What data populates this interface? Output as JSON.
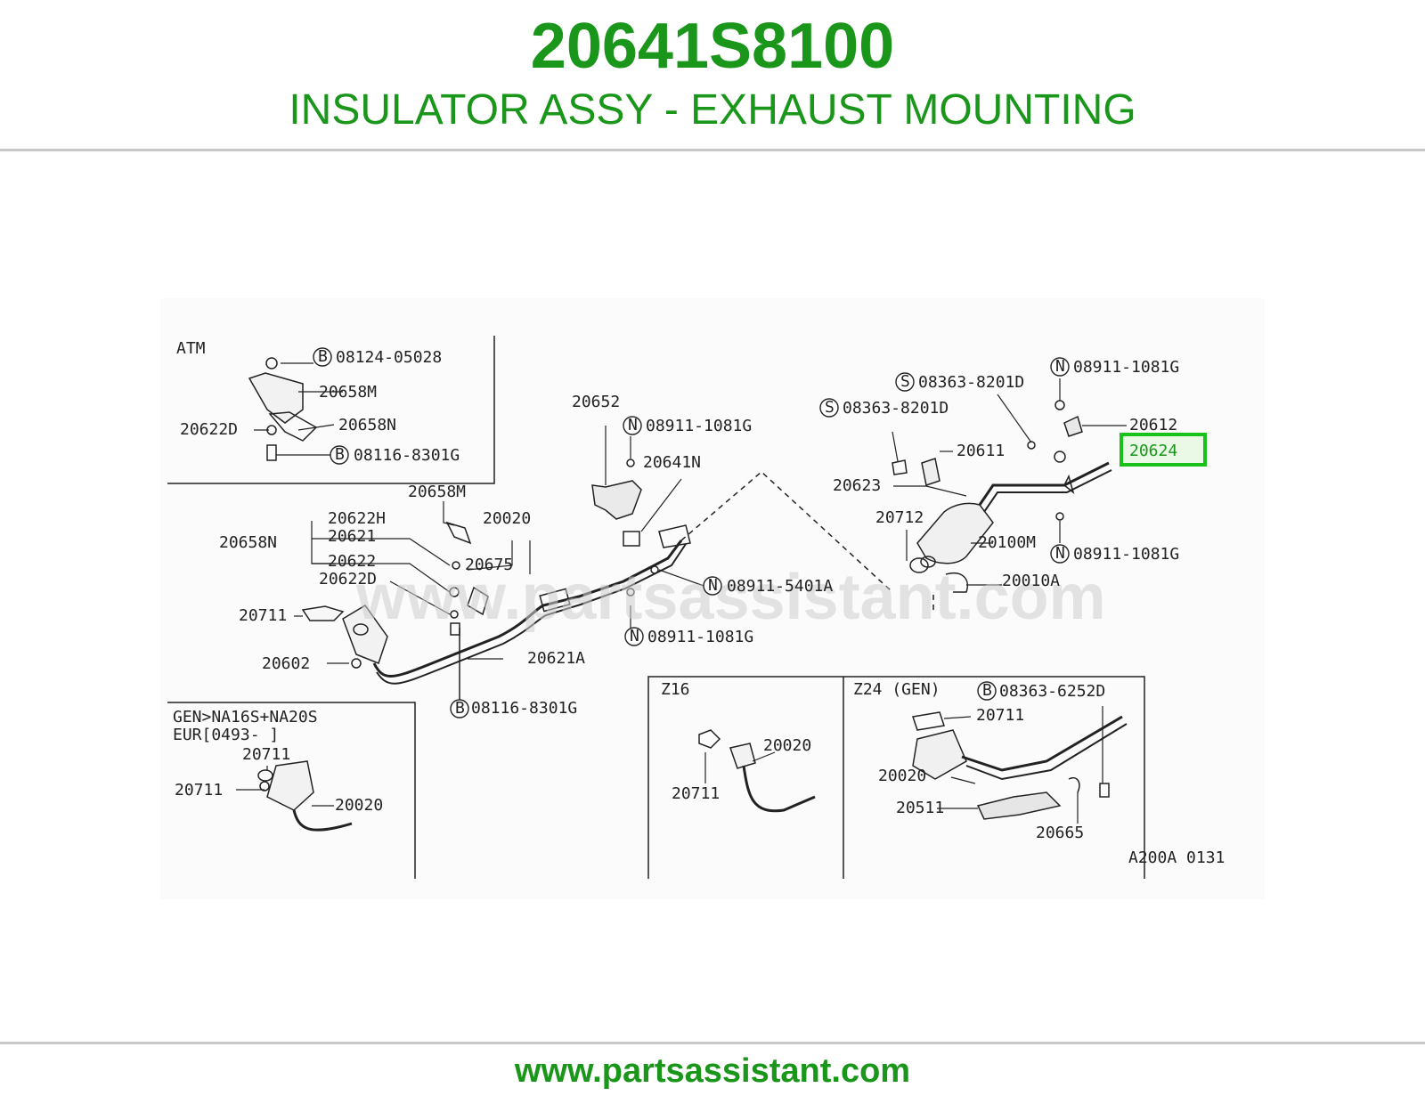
{
  "header": {
    "part_number": "20641S8100",
    "description": "INSULATOR ASSY - EXHAUST MOUNTING"
  },
  "footer": {
    "url": "www.partsassistant.com"
  },
  "diagram": {
    "watermark": "www.partsassistant.com",
    "figure_code": "A200A 0131",
    "highlighted_part": "20624",
    "panels": {
      "atm": "ATM",
      "gen": "GEN>NA16S+NA20S",
      "gen_line2": "EUR[0493-     ]",
      "z16": "Z16",
      "z24": "Z24 (GEN)"
    },
    "callouts": {
      "atm_b1": "08124-05028",
      "atm_20658m": "20658M",
      "atm_20658n": "20658N",
      "atm_20622d": "20622D",
      "atm_b2": "08116-8301G",
      "c_20658m": "20658M",
      "c_20622h": "20622H",
      "c_20621": "20621",
      "c_20658n": "20658N",
      "c_20622": "20622",
      "c_20675": "20675",
      "c_20622d": "20622D",
      "c_20711": "20711",
      "c_20602": "20602",
      "c_20621a": "20621A",
      "c_b_bottom": "08116-8301G",
      "c_20020": "20020",
      "c_20652": "20652",
      "c_n1": "08911-1081G",
      "c_20641n": "20641N",
      "c_n2": "08911-5401A",
      "c_n3": "08911-1081G",
      "r_n_top": "08911-1081G",
      "r_s1": "08363-8201D",
      "r_s2": "08363-8201D",
      "r_20612": "20612",
      "r_20611": "20611",
      "r_20624": "20624",
      "r_20623": "20623",
      "r_20712": "20712",
      "r_20100m": "20100M",
      "r_n_bottom": "08911-1081G",
      "r_20010a": "20010A",
      "gen_20711a": "20711",
      "gen_20711b": "20711",
      "gen_20020": "20020",
      "z16_20020": "20020",
      "z16_20711": "20711",
      "z24_b": "08363-6252D",
      "z24_20711": "20711",
      "z24_20020": "20020",
      "z24_20511": "20511",
      "z24_20665": "20665"
    },
    "prefix_letters": {
      "b": "B",
      "n": "N",
      "s": "S"
    }
  }
}
